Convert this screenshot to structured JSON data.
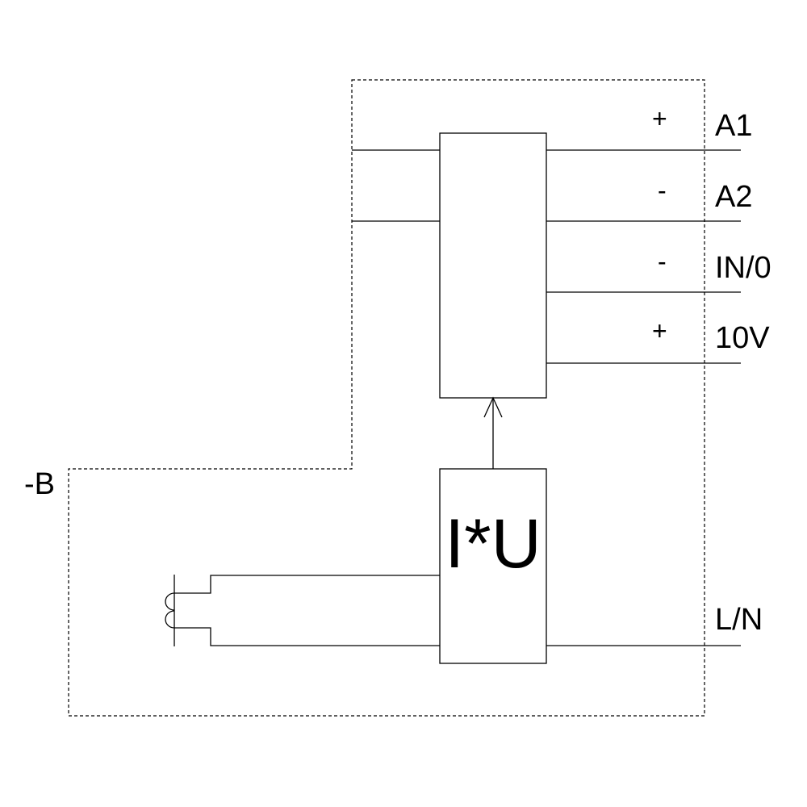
{
  "device": {
    "designation": "-B",
    "function_label": "I*U"
  },
  "terminals": [
    {
      "name": "A1",
      "polarity": "+"
    },
    {
      "name": "A2",
      "polarity": "-"
    },
    {
      "name": "IN/0",
      "polarity": "-"
    },
    {
      "name": "10V",
      "polarity": "+"
    }
  ],
  "supply": {
    "name": "L/N"
  }
}
